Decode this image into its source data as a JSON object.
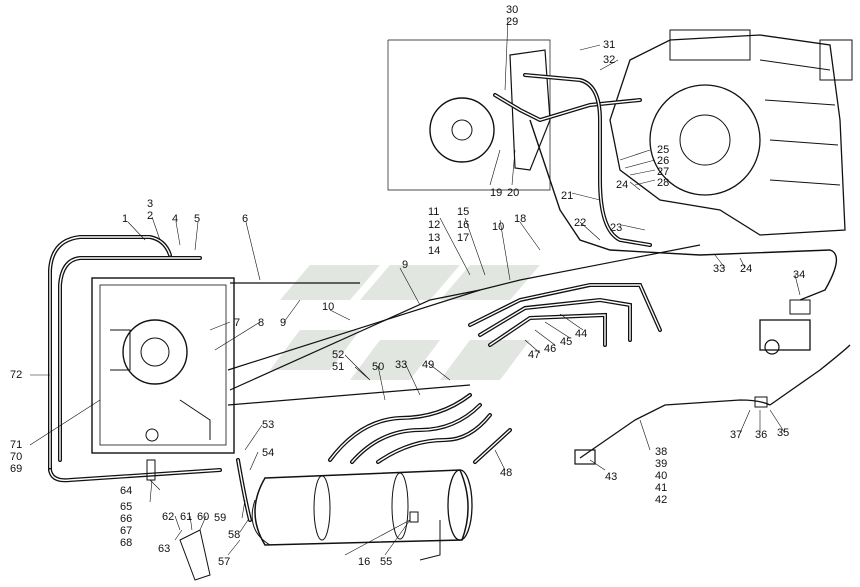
{
  "diagram": {
    "callouts": {
      "c1": "1",
      "c2": "2",
      "c3": "3",
      "c4": "4",
      "c5": "5",
      "c6": "6",
      "c7": "7",
      "c8": "8",
      "c9a": "9",
      "c9b": "9",
      "c10a": "10",
      "c10b": "10",
      "c11": "11",
      "c12": "12",
      "c13": "13",
      "c14": "14",
      "c15": "15",
      "c16a": "16",
      "c17": "17",
      "c18": "18",
      "c19": "19",
      "c20": "20",
      "c21": "21",
      "c22": "22",
      "c23": "23",
      "c24a": "24",
      "c24b": "24",
      "c25": "25",
      "c26": "26",
      "c27": "27",
      "c28": "28",
      "c29": "29",
      "c30": "30",
      "c31": "31",
      "c32": "32",
      "c33a": "33",
      "c33b": "33",
      "c34": "34",
      "c35": "35",
      "c36": "36",
      "c37": "37",
      "c38": "38",
      "c39": "39",
      "c40": "40",
      "c41": "41",
      "c42": "42",
      "c43": "43",
      "c44": "44",
      "c45": "45",
      "c46": "46",
      "c47": "47",
      "c48": "48",
      "c49": "49",
      "c50": "50",
      "c51": "51",
      "c52": "52",
      "c53": "53",
      "c54": "54",
      "c55": "55",
      "c16b": "16",
      "c57": "57",
      "c58": "58",
      "c59": "59",
      "c60": "60",
      "c61": "61",
      "c62": "62",
      "c63": "63",
      "c64": "64",
      "c65": "65",
      "c66": "66",
      "c67": "67",
      "c68": "68",
      "c69": "69",
      "c70": "70",
      "c71": "71",
      "c72": "72"
    }
  }
}
